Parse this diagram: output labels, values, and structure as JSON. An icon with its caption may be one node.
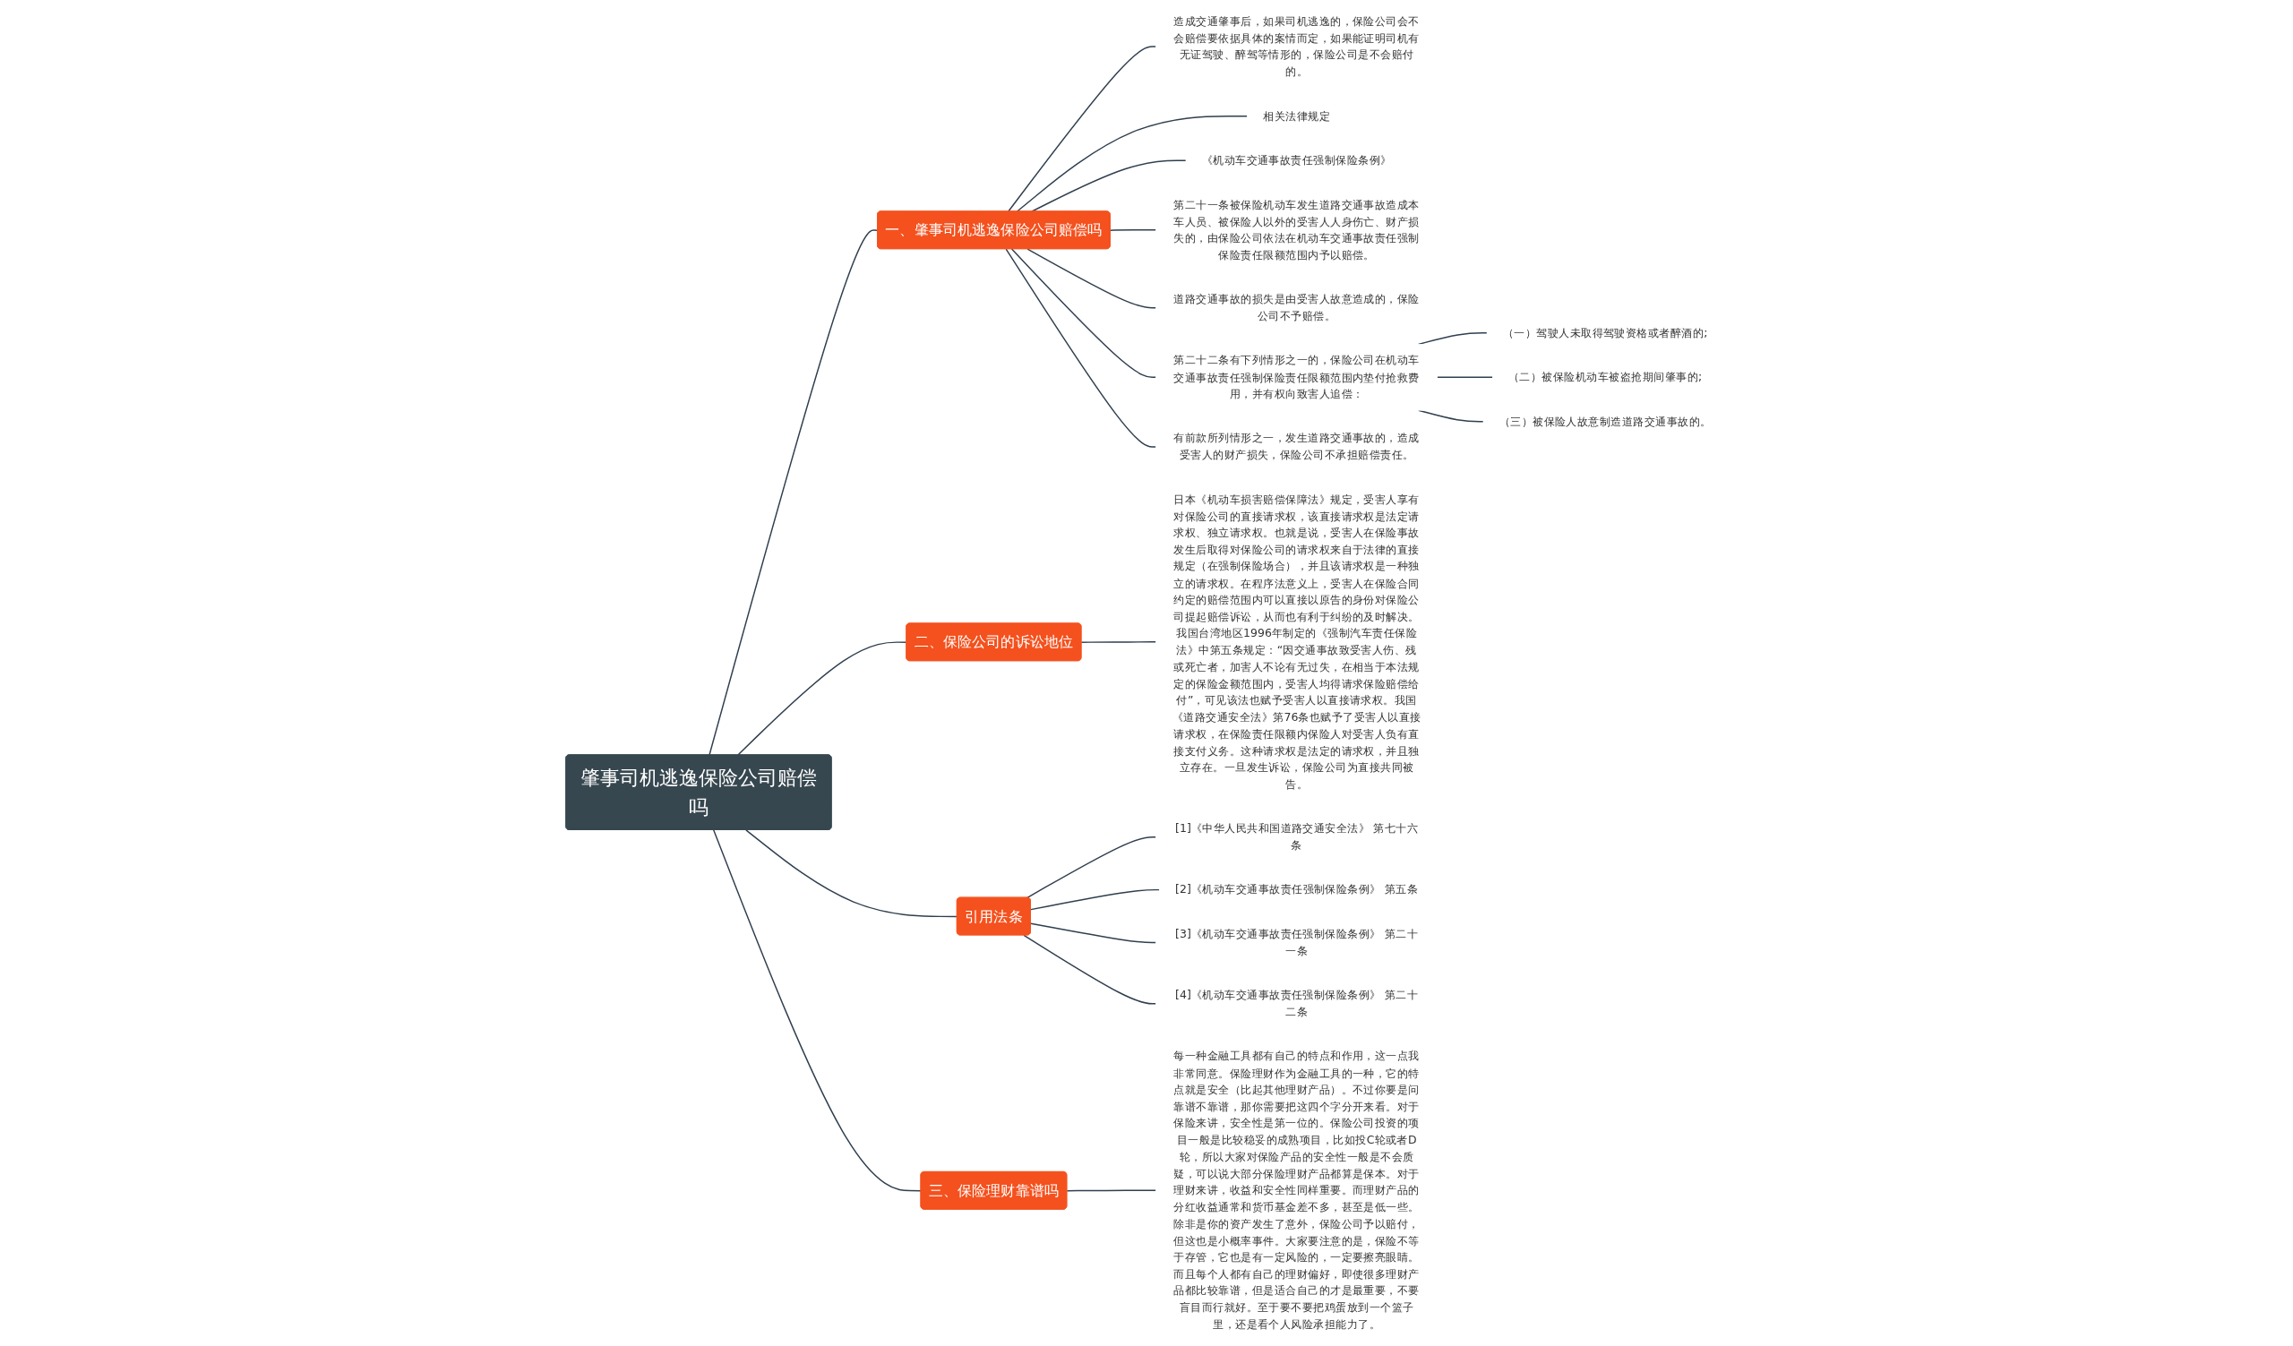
{
  "diagram": {
    "nodes": [
      {
        "text": [
          "肇事司机逃逸保险公司赔偿吗"
        ]
      },
      {
        "text": [
          "一、肇事司机逃逸保险公司赔偿吗"
        ]
      },
      {
        "text": [
          "造成交通肇事后，如果司机逃逸的，保险公司会不会赔偿要依据具体的案情而定，如果能证明司机有无证驾驶、醉驾等情形的，保险公司是不会赔付的。"
        ]
      },
      {
        "text": [
          "相关法律规定"
        ]
      },
      {
        "text": [
          "《机动车交通事故责任强制保险条例》"
        ]
      },
      {
        "text": [
          "第二十一条被保险机动车发生道路交通事故造成本车人员、被保险人以外的受害人人身伤亡、财产损失的，由保险公司依法在机动车交通事故责任强制保险责任限额范围内予以赔偿。"
        ]
      },
      {
        "text": [
          "道路交通事故的损失是由受害人故意造成的，保险公司不予赔偿。"
        ]
      },
      {
        "text": [
          "第二十二条有下列情形之一的，保险公司在机动车交通事故责任强制保险责任限额范围内垫付抢救费用，并有权向致害人追偿："
        ]
      },
      {
        "text": [
          "（一）驾驶人未取得驾驶资格或者醉酒的;"
        ]
      },
      {
        "text": [
          "（二）被保险机动车被盗抢期间肇事的;"
        ]
      },
      {
        "text": [
          "（三）被保险人故意制造道路交通事故的。"
        ]
      },
      {
        "text": [
          "有前款所列情形之一，发生道路交通事故的，造成受害人的财产损失，保险公司不承担赔偿责任。"
        ]
      },
      {
        "text": [
          "二、保险公司的诉讼地位"
        ]
      },
      {
        "text": [
          "日本《机动车损害赔偿保障法》规定，受害人享有对保险公司的直接请求权，该直接请求权是法定请求权、独立请求权。也就是说，受害人在保险事故发生后取得对保险公司的请求权来自于法律的直接规定（在强制保险场合），并且该请求权是一种独立的请求权。在程序法意义上，受害人在保险合同约定的赔偿范围内可以直接以原告的身份对保险公司提起赔偿诉讼，从而也有利于纠纷的及时解决。我国台湾地区1996年制定的《强制汽车责任保险法》中第五条规定：“因交通事故致受害人伤、残或死亡者，加害人不论有无过失，在相当于本法规定的保险金额范围内，受害人均得请求保险赔偿给付”，可见该法也赋予受害人以直接请求权。我国《道路交通安全法》第76条也赋予了受害人以直接请求权，在保险责任限额内保险人对受害人负有直接支付义务。这种请求权是法定的请求权，并且独立存在。一旦发生诉讼，保险公司为直接共同被告。"
        ]
      },
      {
        "text": [
          "引用法条"
        ]
      },
      {
        "text": [
          "[1]《中华人民共和国道路交通安全法》 第七十六条"
        ]
      },
      {
        "text": [
          "[2]《机动车交通事故责任强制保险条例》 第五条"
        ]
      },
      {
        "text": [
          "[3]《机动车交通事故责任强制保险条例》 第二十一条"
        ]
      },
      {
        "text": [
          "[4]《机动车交通事故责任强制保险条例》 第二十二条"
        ]
      },
      {
        "text": [
          "三、保险理财靠谱吗"
        ]
      },
      {
        "text": [
          "每一种金融工具都有自己的特点和作用，这一点我非常同意。保险理财作为金融工具的一种，它的特点就是安全（比起其他理财产品）。不过你要是问靠谱不靠谱，那你需要把这四个字分开来看。对于保险来讲，安全性是第一位的。保险公司投资的项目一般是比较稳妥的成熟项目，比如投C轮或者D轮，所以大家对保险产品的安全性一般是不会质疑，可以说大部分保险理财产品都算是保本。对于理财来讲，收益和安全性同样重要。而理财产品的分红收益通常和货币基金差不多，甚至是低一些。除非是你的资产发生了意外，保险公司予以赔付，但这也是小概率事件。大家要注意的是，保险不等于存管，它也是有一定风险的，一定要擦亮眼睛。而且每个人都有自己的理财偏好，即使很多理财产品都比较靠谱，但是适合自己的才是最重要，不要盲目而行就好。至于要不要把鸡蛋放到一个篮子里，还是看个人风险承担能力了。"
        ]
      }
    ],
    "edges": [
      {
        "from": 0,
        "to": 1,
        "arrow": "none"
      },
      {
        "from": 1,
        "to": 2,
        "arrow": "none"
      },
      {
        "from": 1,
        "to": 3,
        "arrow": "none"
      },
      {
        "from": 1,
        "to": 4,
        "arrow": "none"
      },
      {
        "from": 1,
        "to": 5,
        "arrow": "none"
      },
      {
        "from": 1,
        "to": 6,
        "arrow": "none"
      },
      {
        "from": 1,
        "to": 7,
        "arrow": "none"
      },
      {
        "from": 7,
        "to": 8,
        "arrow": "none"
      },
      {
        "from": 7,
        "to": 9,
        "arrow": "none"
      },
      {
        "from": 7,
        "to": 10,
        "arrow": "none"
      },
      {
        "from": 1,
        "to": 11,
        "arrow": "none"
      },
      {
        "from": 0,
        "to": 12,
        "arrow": "none"
      },
      {
        "from": 12,
        "to": 13,
        "arrow": "none"
      },
      {
        "from": 0,
        "to": 14,
        "arrow": "none"
      },
      {
        "from": 14,
        "to": 15,
        "arrow": "none"
      },
      {
        "from": 14,
        "to": 16,
        "arrow": "none"
      },
      {
        "from": 14,
        "to": 17,
        "arrow": "none"
      },
      {
        "from": 14,
        "to": 18,
        "arrow": "none"
      },
      {
        "from": 0,
        "to": 19,
        "arrow": "none"
      },
      {
        "from": 19,
        "to": 20,
        "arrow": "none"
      }
    ]
  }
}
